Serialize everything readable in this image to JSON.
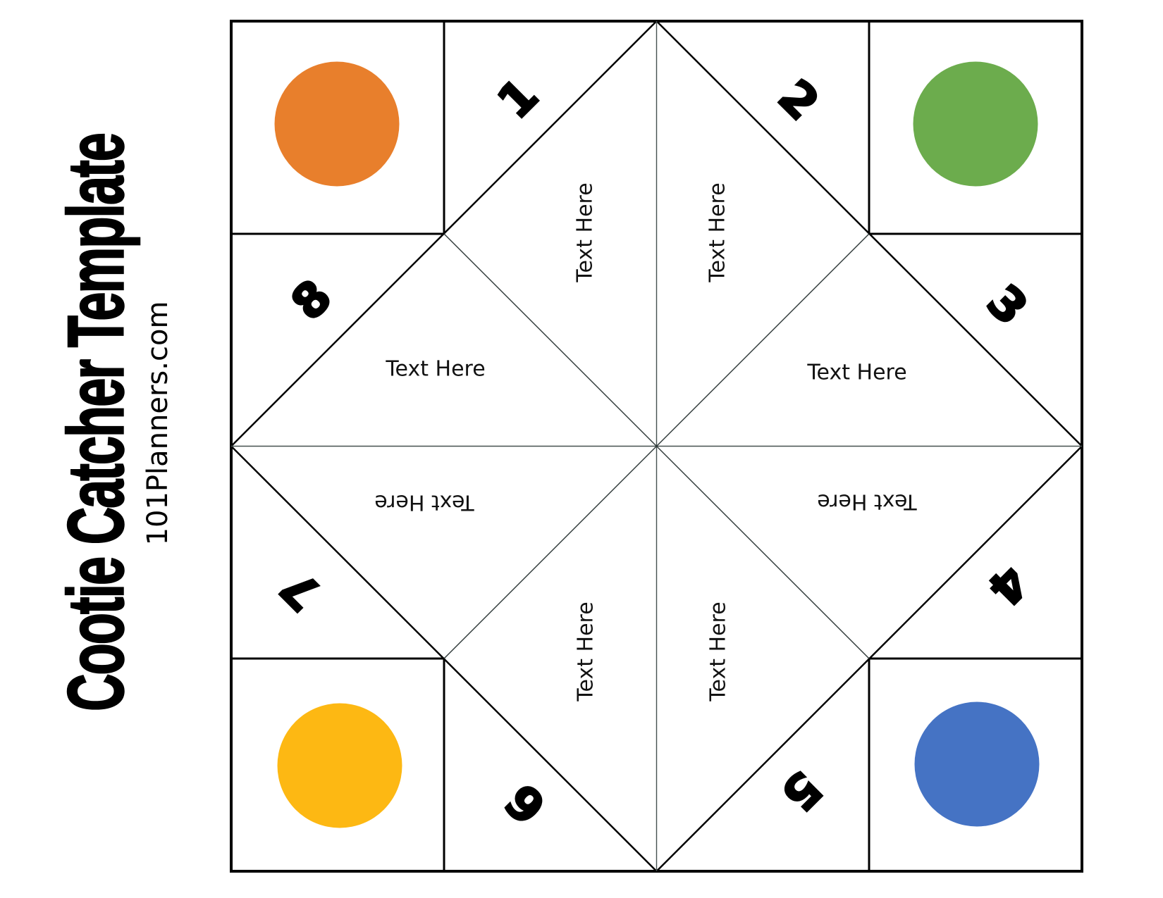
{
  "page": {
    "title": "Cootie Catcher Template",
    "website": "101Planners.com"
  },
  "labels": {
    "text_here": "Text Here"
  },
  "numbers": [
    "1",
    "2",
    "3",
    "4",
    "5",
    "6",
    "7",
    "8"
  ],
  "colors": {
    "circle_top_left": "#E87F2C",
    "circle_top_right": "#6CAC4D",
    "circle_bottom_left": "#FDB813",
    "circle_bottom_right": "#4573C4"
  }
}
